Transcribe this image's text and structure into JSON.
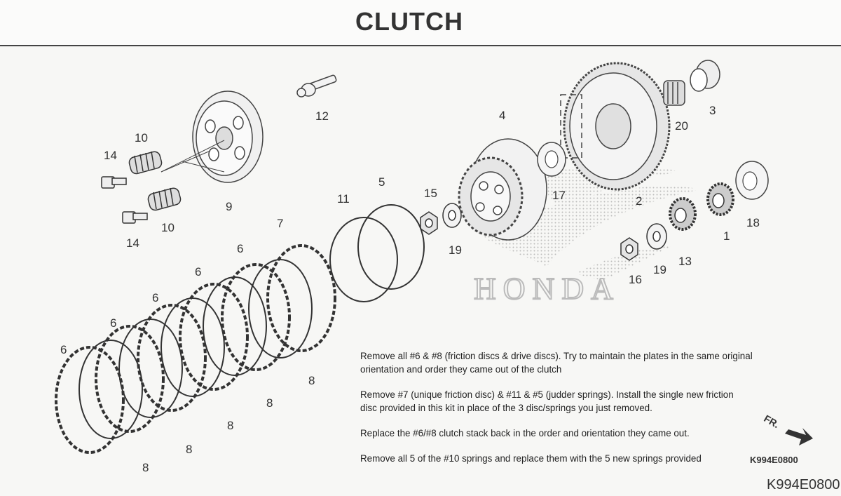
{
  "header": {
    "title": "CLUTCH"
  },
  "watermark": {
    "text": "HONDA"
  },
  "callouts": [
    "1",
    "2",
    "3",
    "4",
    "5",
    "6",
    "7",
    "8",
    "9",
    "10",
    "11",
    "12",
    "13",
    "14",
    "15",
    "16",
    "17",
    "18",
    "19",
    "20"
  ],
  "plate_labels": {
    "friction": "6",
    "unique": "7",
    "drive": "8",
    "spring": "10",
    "bolt": "14",
    "washer": "19"
  },
  "fr_label": "FR.",
  "instructions": [
    "Remove all #6 & #8 (friction discs & drive discs).  Try to maintain the plates in the same original orientation and order they came out of the clutch",
    "Remove #7 (unique friction disc) & #11 & #5 (judder springs).  Install the single new friction disc provided in this kit in place of the 3 disc/springs you just removed.",
    "Replace the #6/#8 clutch stack back in the order and orientation they came out.",
    "Remove all 5 of the #10 springs and replace them with the 5 new springs provided"
  ],
  "codes": {
    "small": "K994E0800",
    "large": "K994E0800"
  }
}
